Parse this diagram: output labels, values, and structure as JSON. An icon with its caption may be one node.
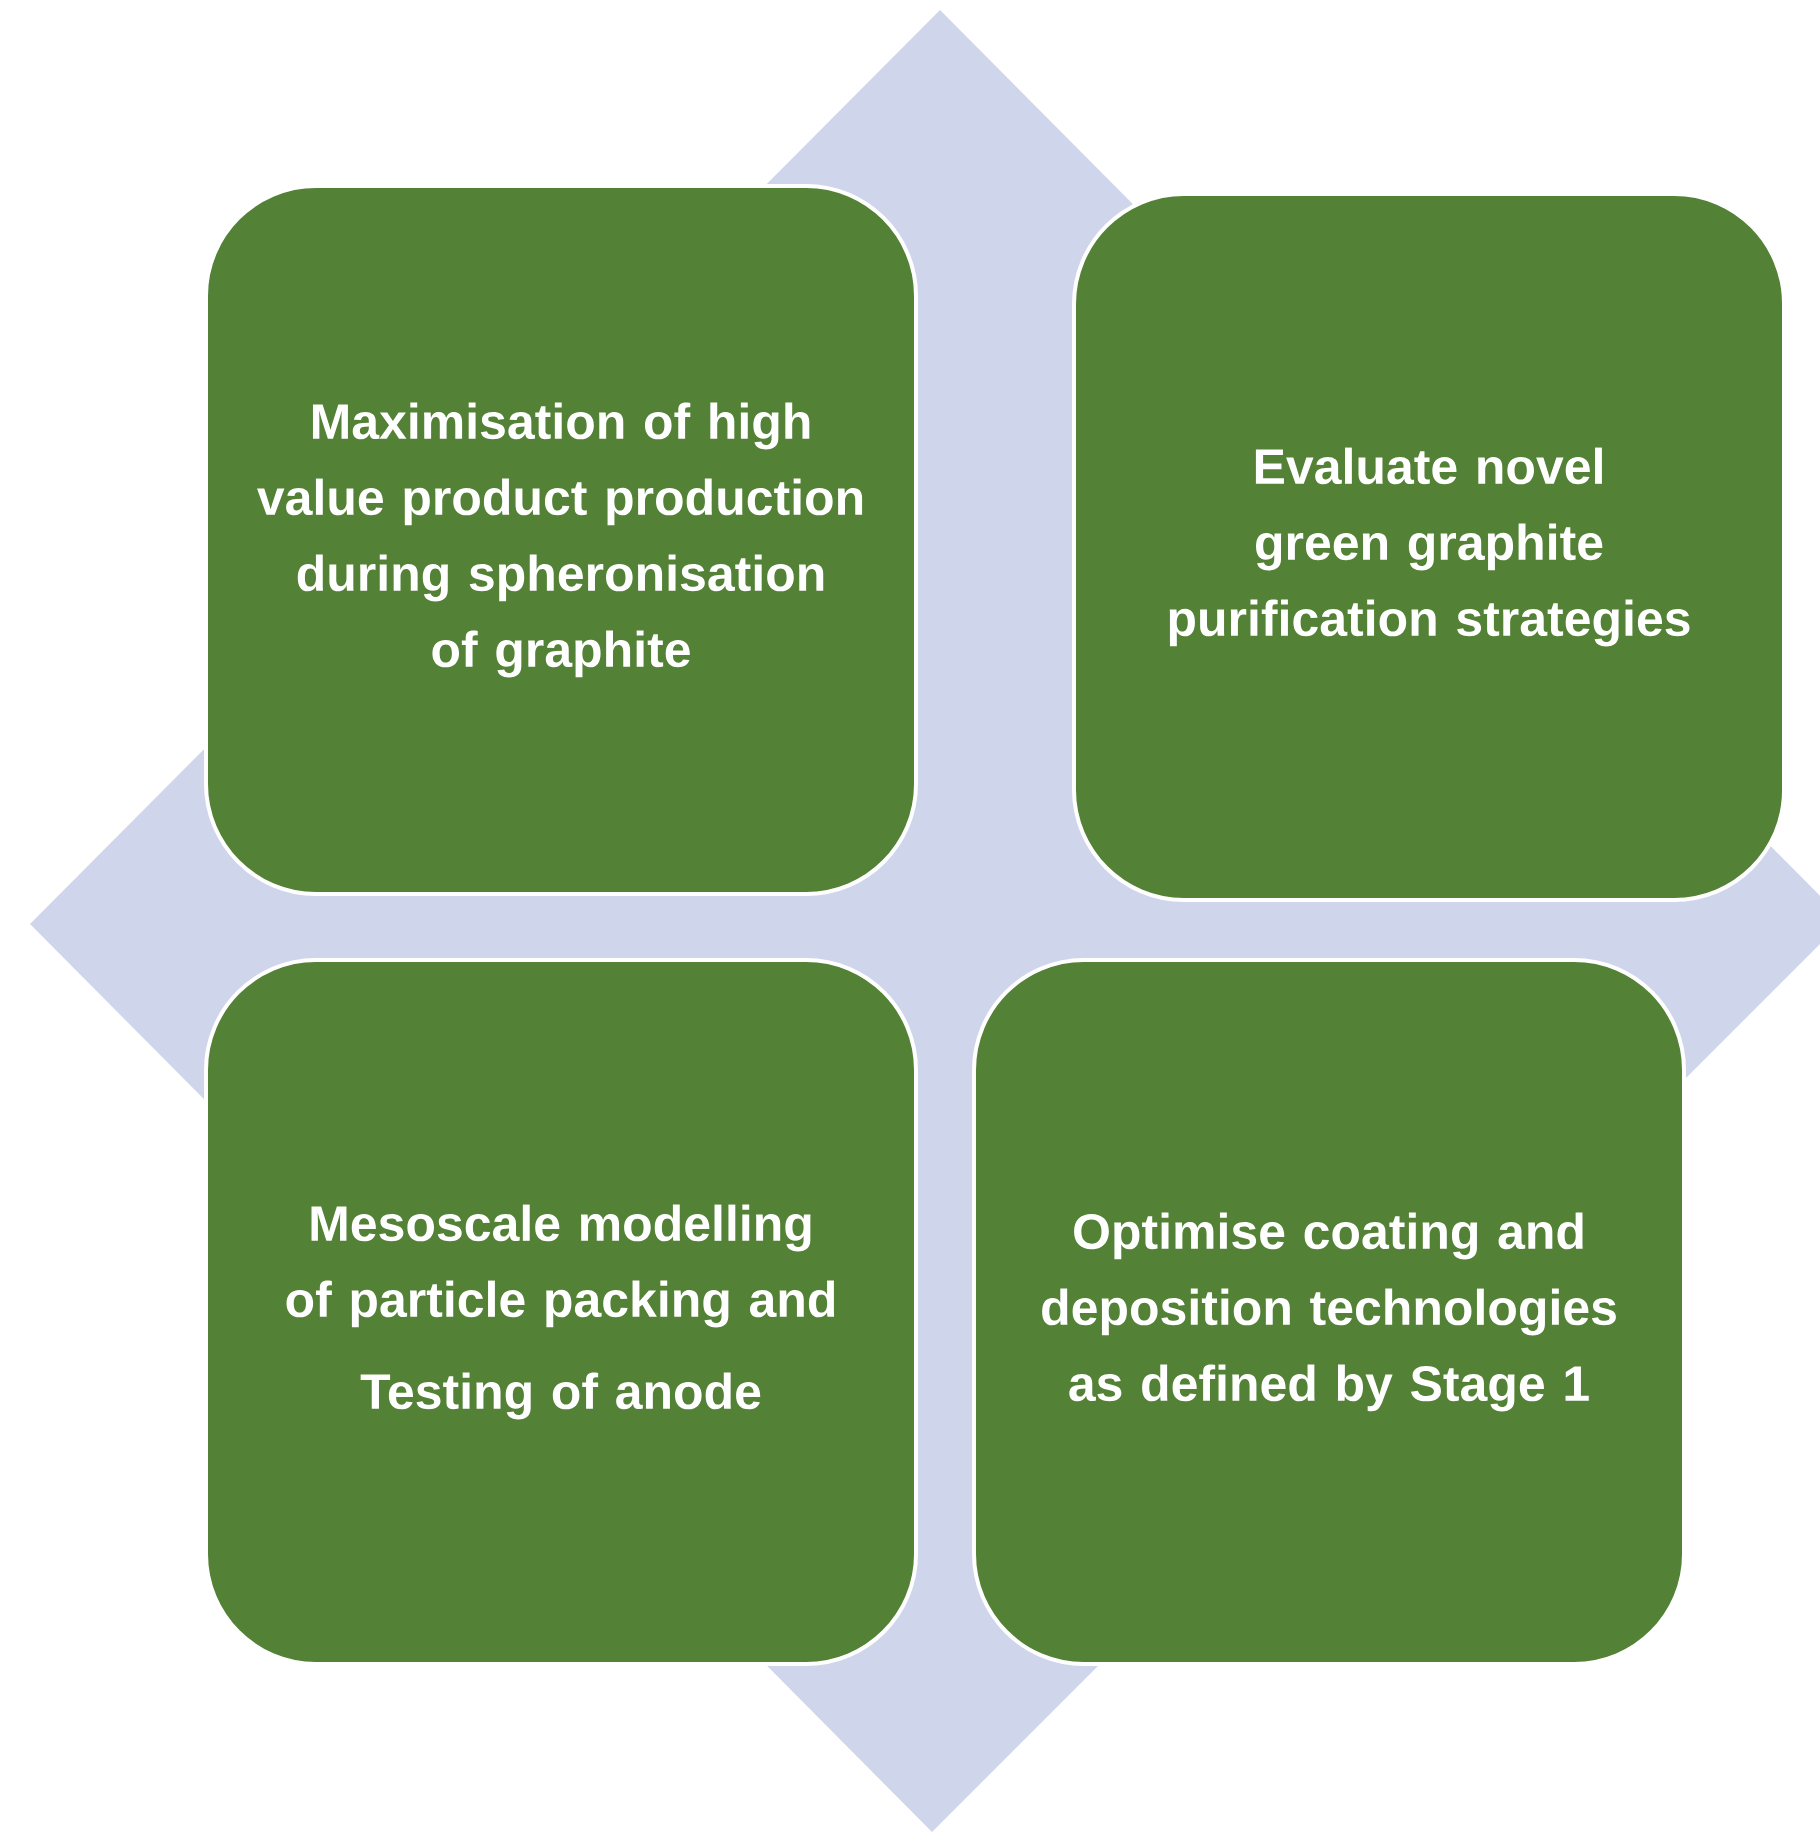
{
  "diagram": {
    "nodes": [
      {
        "text": [
          "Maximisation of high value product production during spheronisation of graphite"
        ]
      },
      {
        "text": [
          "Evaluate novel green graphite purification strategies"
        ]
      },
      {
        "text": [
          "Mesoscale modelling of particle packing and",
          "Testing of anode"
        ]
      },
      {
        "text": [
          "Optimise coating and deposition technologies as defined by Stage 1"
        ]
      }
    ]
  }
}
